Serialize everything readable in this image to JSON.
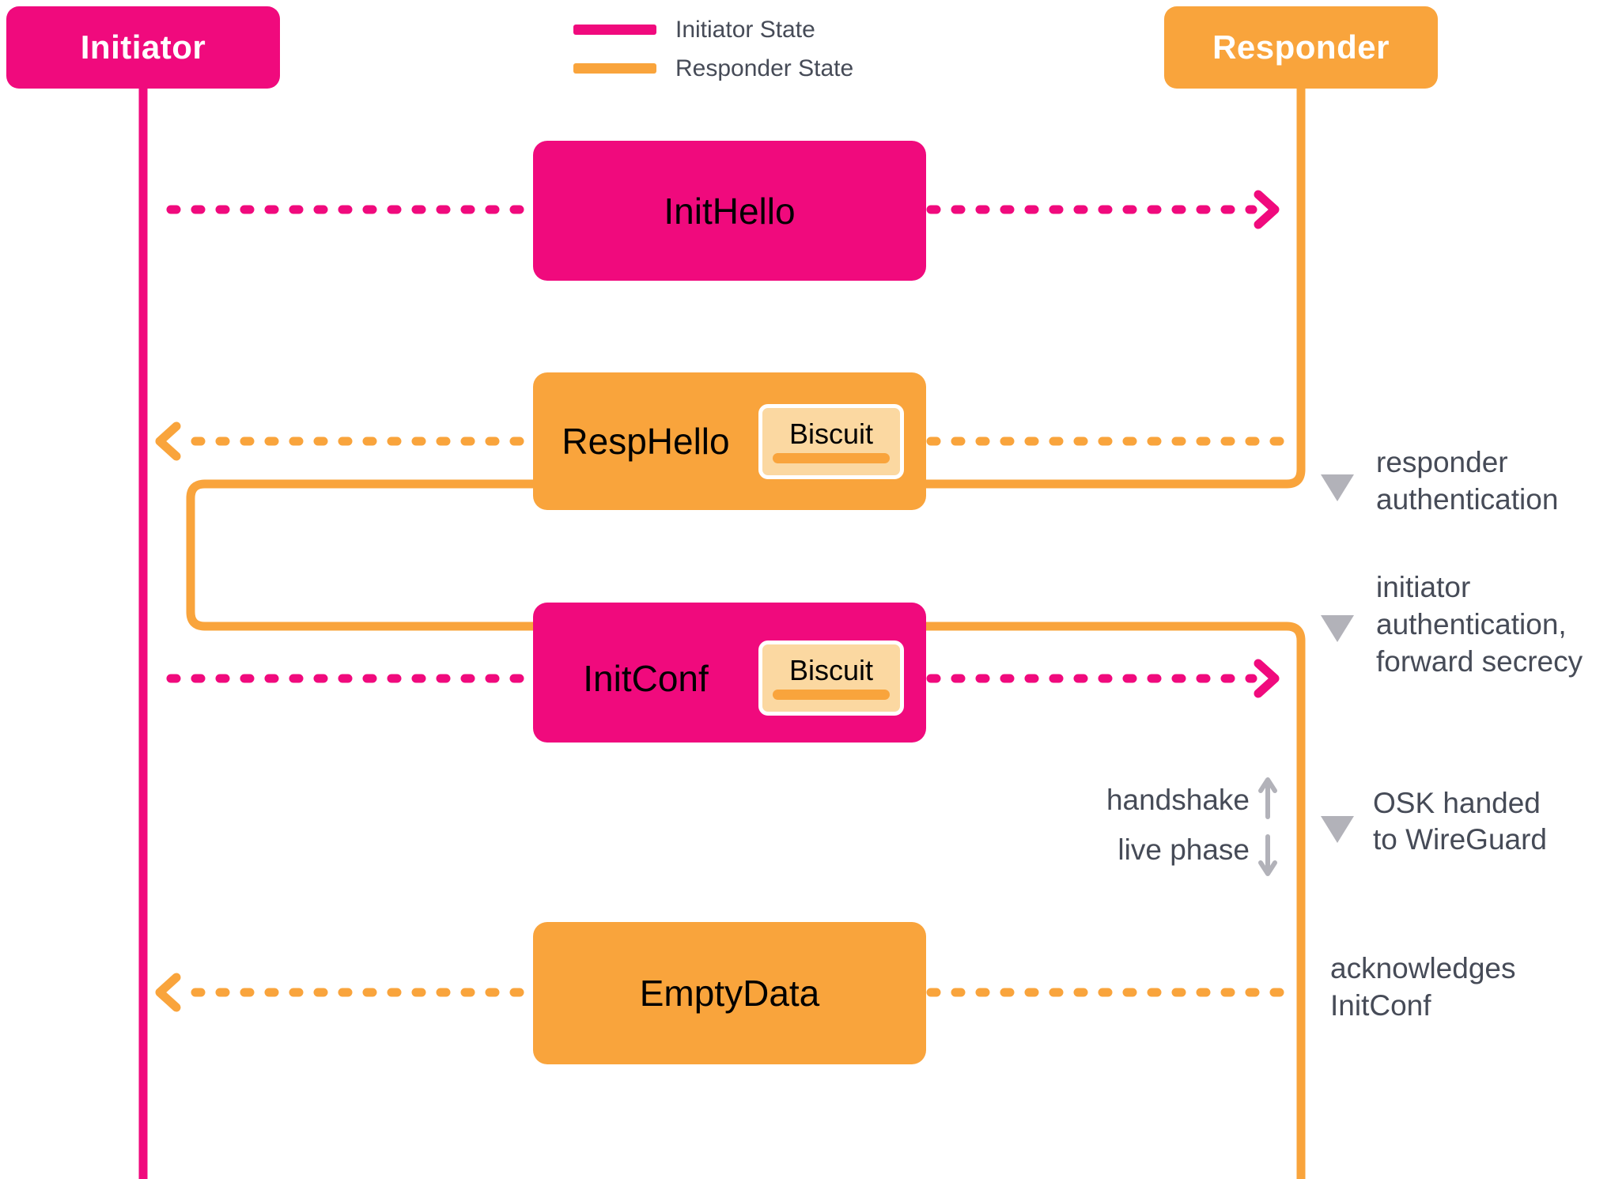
{
  "colors": {
    "pink": "#F00A7D",
    "orange": "#F9A43C",
    "biscuit_fill": "#FBD8A1",
    "chip_border": "#FFFFFF",
    "label_gray": "#464B57",
    "icon_gray": "#B2B2B9",
    "message_text": "#000000",
    "actor_text": "#FFFFFF",
    "background": "#FFFFFF"
  },
  "actors": {
    "initiator": "Initiator",
    "responder": "Responder"
  },
  "legend": {
    "items": [
      {
        "label": "Initiator State",
        "color": "#F00A7D"
      },
      {
        "label": "Responder State",
        "color": "#F9A43C"
      }
    ]
  },
  "messages": [
    {
      "label": "InitHello",
      "from": "initiator",
      "to": "responder",
      "biscuit": null
    },
    {
      "label": "RespHello",
      "from": "responder",
      "to": "initiator",
      "biscuit": "Biscuit"
    },
    {
      "label": "InitConf",
      "from": "initiator",
      "to": "responder",
      "biscuit": "Biscuit"
    },
    {
      "label": "EmptyData",
      "from": "responder",
      "to": "initiator",
      "biscuit": null
    }
  ],
  "annotations": [
    {
      "lines": [
        "responder",
        "authentication"
      ],
      "marker": "down-triangle"
    },
    {
      "lines": [
        "initiator",
        "authentication,",
        "forward secrecy"
      ],
      "marker": "down-triangle"
    },
    {
      "lines": [
        "OSK handed",
        "to WireGuard"
      ],
      "marker": "down-triangle"
    },
    {
      "lines": [
        "acknowledges",
        "InitConf"
      ],
      "marker": "none"
    }
  ],
  "phase_labels": {
    "above": "handshake",
    "below": "live phase"
  }
}
